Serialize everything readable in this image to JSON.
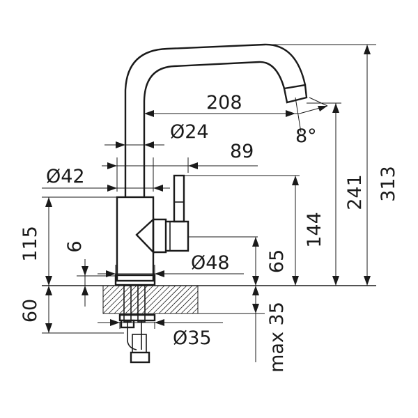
{
  "dimensions": {
    "spout_reach": "208",
    "spout_angle": "8°",
    "spout_diameter": "Ø24",
    "handle_depth": "89",
    "body_diameter": "Ø42",
    "base_height": "115",
    "base_step": "6",
    "lever_height": "144",
    "outlet_height": "241",
    "total_height": "313",
    "handle_mid_height": "65",
    "base_diameter": "Ø48",
    "max_deck": "max 35",
    "shank_length": "60",
    "shank_diameter": "Ø35"
  },
  "colors": {
    "line": "#1a1a1a",
    "background": "#ffffff"
  }
}
